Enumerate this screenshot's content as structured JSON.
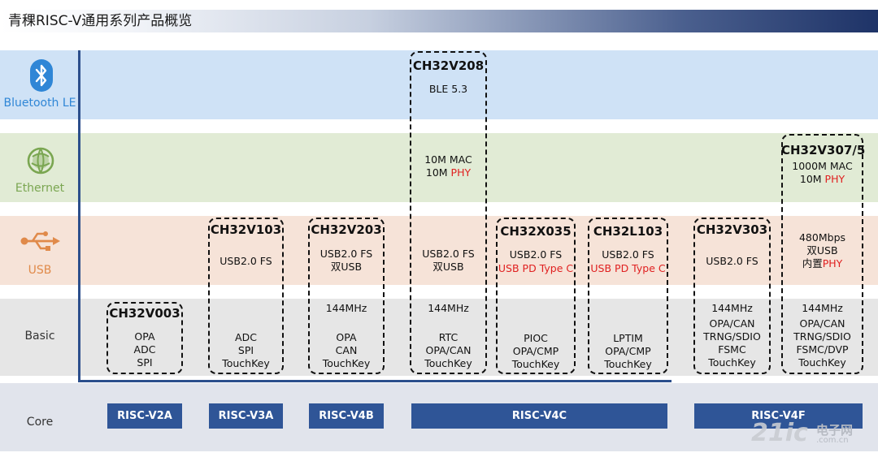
{
  "header": {
    "title": "青稞RISC-V通用系列产品概览"
  },
  "rows": {
    "ble": {
      "label": "Bluetooth LE",
      "icon": "bluetooth-icon",
      "color": "#2f86d6"
    },
    "ethernet": {
      "label": "Ethernet",
      "icon": "ethernet-globe-icon",
      "color": "#7aa651"
    },
    "usb": {
      "label": "USB",
      "icon": "usb-icon",
      "color": "#e08a4a"
    },
    "basic": {
      "label": "Basic"
    },
    "core": {
      "label": "Core"
    }
  },
  "products": [
    {
      "name": "CH32V003",
      "basic": [
        "OPA",
        "ADC",
        "SPI"
      ]
    },
    {
      "name": "CH32V103",
      "usb": [
        "USB2.0 FS"
      ],
      "basic": [
        "ADC",
        "SPI",
        "TouchKey"
      ]
    },
    {
      "name": "CH32V203",
      "usb": [
        "USB2.0 FS",
        "双USB"
      ],
      "basic_freq": "144MHz",
      "basic": [
        "OPA",
        "CAN",
        "TouchKey"
      ]
    },
    {
      "name": "CH32V208",
      "ble": "BLE 5.3",
      "eth": [
        "10M MAC",
        "10M "
      ],
      "eth_red": "PHY",
      "usb": [
        "USB2.0 FS",
        "双USB"
      ],
      "basic_freq": "144MHz",
      "basic": [
        "RTC",
        "OPA/CAN",
        "TouchKey"
      ]
    },
    {
      "name": "CH32X035",
      "usb": [
        "USB2.0 FS"
      ],
      "usb_red": "USB PD Type C",
      "basic": [
        "PIOC",
        "OPA/CMP",
        "TouchKey"
      ]
    },
    {
      "name": "CH32L103",
      "usb": [
        "USB2.0 FS"
      ],
      "usb_red": "USB PD Type C",
      "basic": [
        "LPTIM",
        "OPA/CMP",
        "TouchKey"
      ]
    },
    {
      "name": "CH32V303",
      "usb": [
        "USB2.0 FS"
      ],
      "basic_freq": "144MHz",
      "basic": [
        "OPA/CAN",
        "TRNG/SDIO",
        "FSMC",
        "TouchKey"
      ]
    },
    {
      "name": "CH32V307/5",
      "eth": [
        "1000M MAC",
        "10M "
      ],
      "eth_red": "PHY",
      "usb": [
        "480Mbps",
        "双USB",
        "内置"
      ],
      "usb_red": "PHY",
      "basic_freq": "144MHz",
      "basic": [
        "OPA/CAN",
        "TRNG/SDIO",
        "FSMC/DVP",
        "TouchKey"
      ]
    }
  ],
  "cores": [
    "RISC-V2A",
    "RISC-V3A",
    "RISC-V4B",
    "RISC-V4C",
    "RISC-V4F"
  ],
  "watermark": {
    "mark": "21ic",
    "text": "电子网",
    "url": ".com.cn"
  },
  "colors": {
    "axis": "#2c4f8c",
    "core_bar": "#2f5597",
    "highlight_red": "#e02020"
  }
}
